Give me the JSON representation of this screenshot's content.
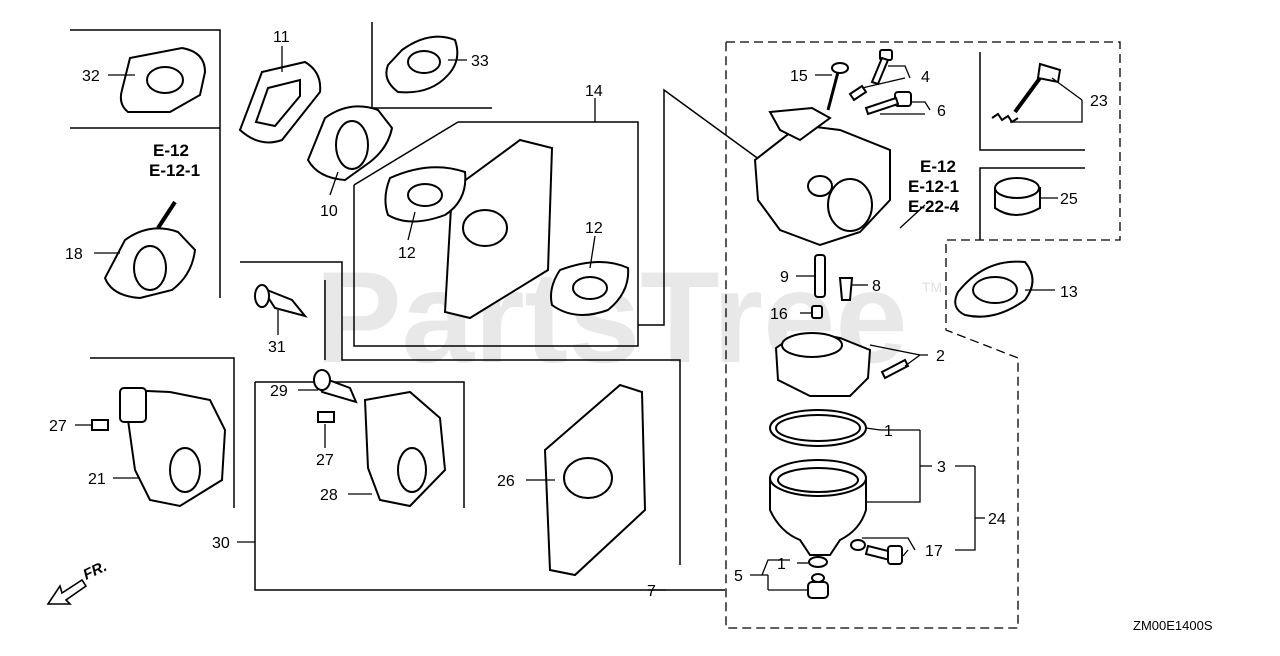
{
  "watermark": {
    "text": "PartsTree",
    "trademark": "TM"
  },
  "diagram_code": "ZM00E1400S",
  "front_indicator": "FR.",
  "references": {
    "left": [
      "E-12",
      "E-12-1"
    ],
    "right": [
      "E-12",
      "E-12-1",
      "E-22-4"
    ]
  },
  "callouts": {
    "c1a": "1",
    "c1b": "1",
    "c2": "2",
    "c3": "3",
    "c4": "4",
    "c5": "5",
    "c6": "6",
    "c7": "7",
    "c8": "8",
    "c9": "9",
    "c10": "10",
    "c11": "11",
    "c12a": "12",
    "c12b": "12",
    "c13": "13",
    "c14": "14",
    "c15": "15",
    "c16": "16",
    "c17": "17",
    "c18": "18",
    "c21": "21",
    "c23": "23",
    "c24": "24",
    "c25": "25",
    "c26": "26",
    "c27a": "27",
    "c27b": "27",
    "c28": "28",
    "c29": "29",
    "c30": "30",
    "c31": "31",
    "c32": "32",
    "c33": "33"
  }
}
